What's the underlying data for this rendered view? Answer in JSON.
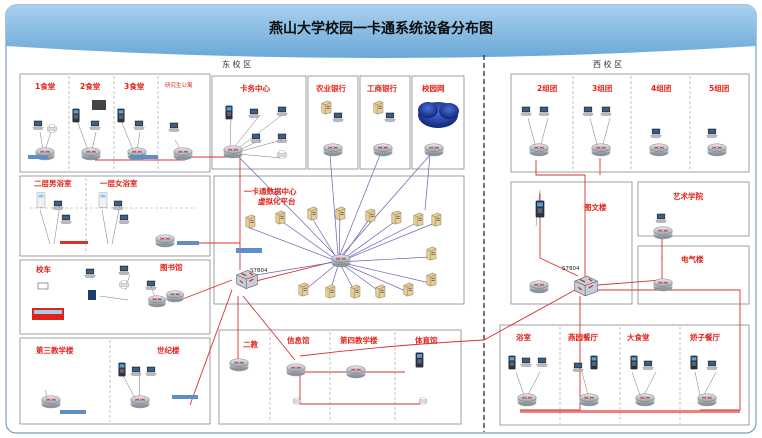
{
  "title": "燕山大学校园一卡通系统设备分布图",
  "east_label": "东 校 区",
  "west_label": "西 校 区",
  "east": {
    "canteen1": "1食堂",
    "canteen2": "2食堂",
    "canteen3": "3食堂",
    "grad_apartment": "研究生公寓",
    "card_center": "卡务中心",
    "agri_bank": "农业银行",
    "icbc": "工商银行",
    "campus_net": "校园网",
    "male_bath": "二层男浴室",
    "female_bath": "一层女浴室",
    "datacenter_title_1": "一卡通数据中心",
    "datacenter_title_2": "虚拟化平台",
    "bus": "校车",
    "library": "图书馆",
    "teaching3": "第三教学楼",
    "century": "世纪楼",
    "second_teach": "二教",
    "info_hall": "信息馆",
    "teaching4": "第四教学楼",
    "gym": "体育馆",
    "core_switch": "S7804"
  },
  "west": {
    "g2": "2组团",
    "g3": "3组团",
    "g4": "4组团",
    "g5": "5组团",
    "library_wen": "图文楼",
    "art": "艺术学院",
    "electric": "电气楼",
    "bath": "浴室",
    "yanyuan": "燕园餐厅",
    "big_canteen": "大食堂",
    "jiaozi": "娇子餐厅",
    "core_switch": "S7804"
  },
  "colors": {
    "title_bar": "#7fb6e0",
    "title_text": "#0d0d0d",
    "label_red": "#e2231a",
    "uplink_red": "#d9302c",
    "link_purple": "#6b5fb5",
    "switch_fill": "#c8cdd3"
  }
}
